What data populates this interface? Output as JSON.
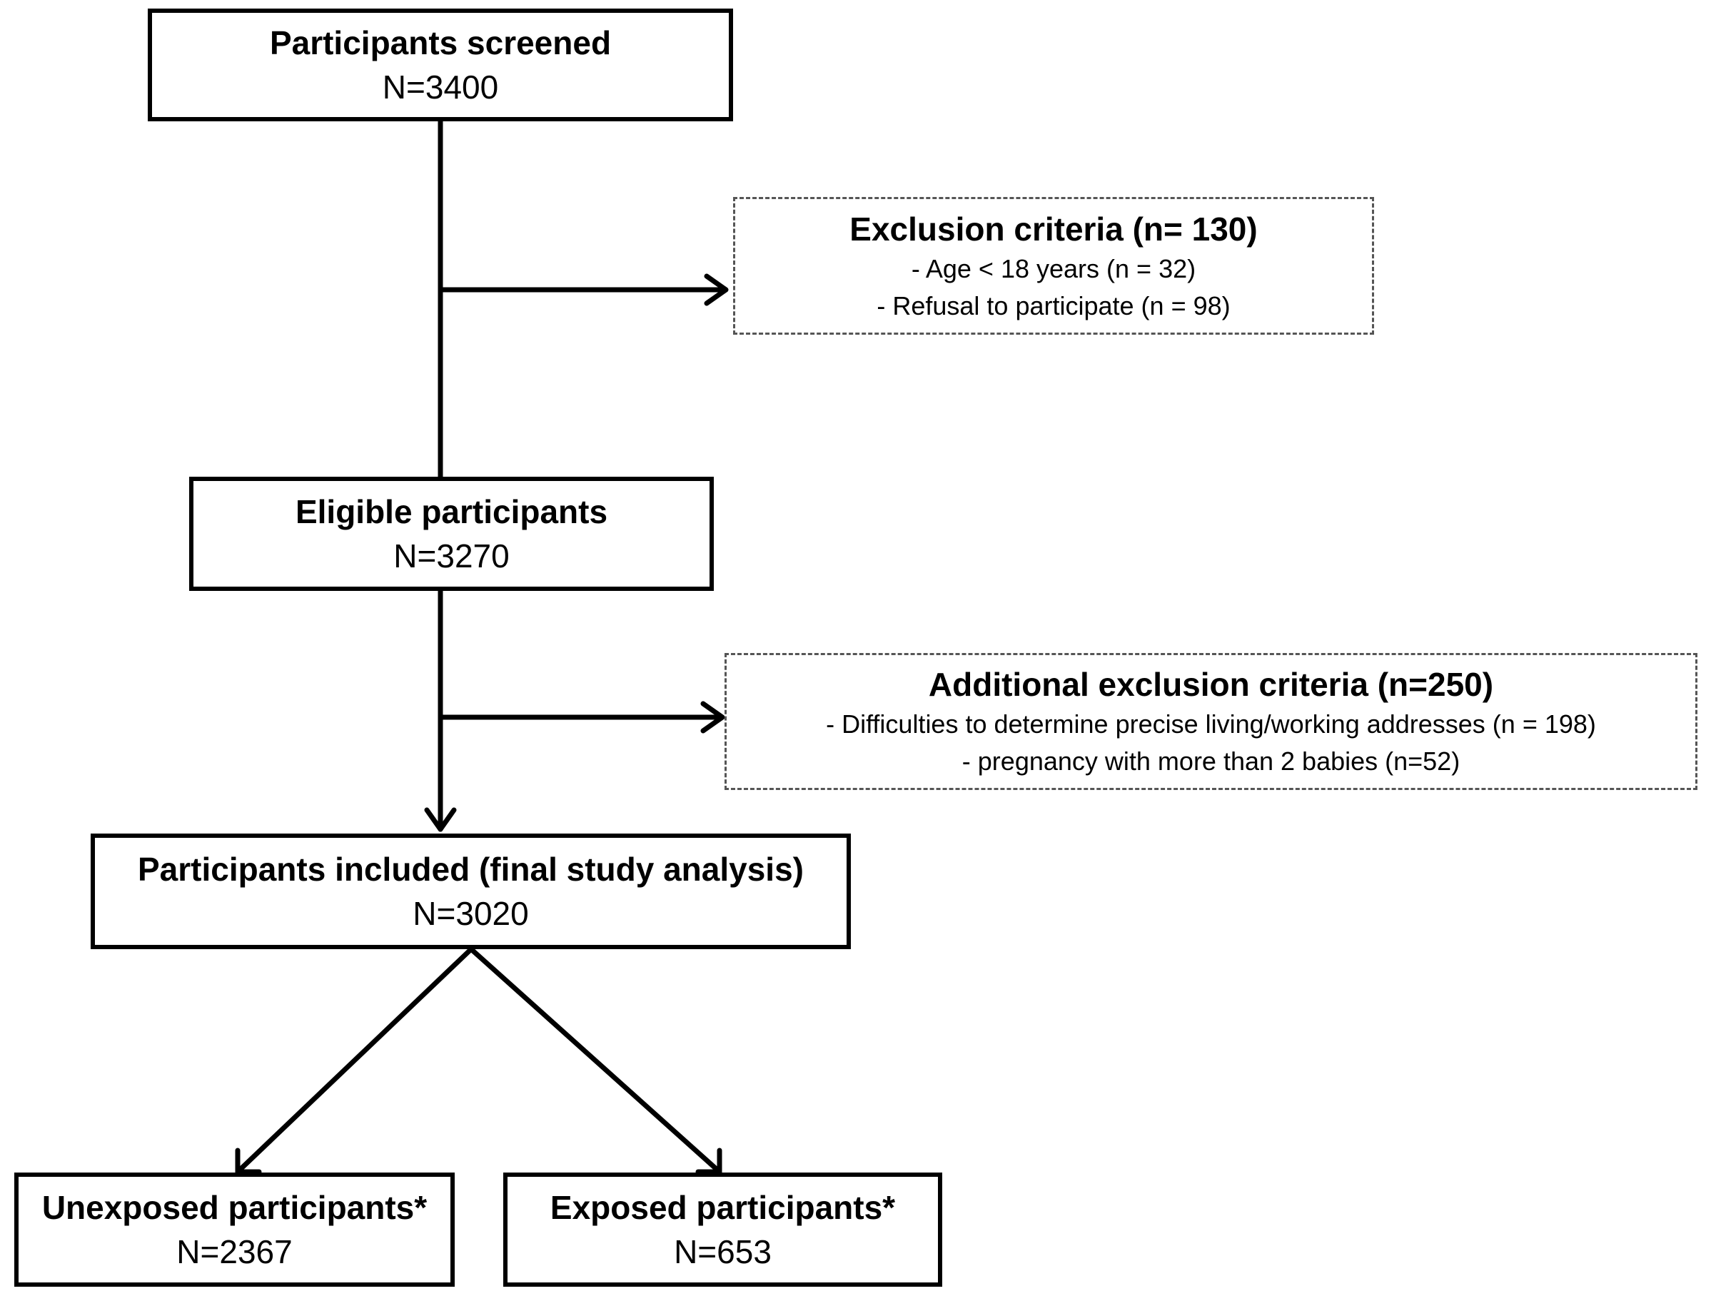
{
  "screened": {
    "title": "Participants screened",
    "count": "N=3400"
  },
  "exclusion": {
    "title": "Exclusion criteria (n= 130)",
    "items": [
      "- Age < 18 years (n = 32)",
      "- Refusal to participate (n = 98)"
    ]
  },
  "eligible": {
    "title": "Eligible participants",
    "count": "N=3270"
  },
  "additional_exclusion": {
    "title": "Additional exclusion criteria (n=250)",
    "items": [
      "- Difficulties to determine precise living/working addresses (n = 198)",
      "- pregnancy with more than 2 babies (n=52)"
    ]
  },
  "included": {
    "title": "Participants included (final study analysis)",
    "count": "N=3020"
  },
  "unexposed": {
    "title": "Unexposed participants*",
    "count": "N=2367"
  },
  "exposed": {
    "title": "Exposed participants*",
    "count": "N=653"
  }
}
